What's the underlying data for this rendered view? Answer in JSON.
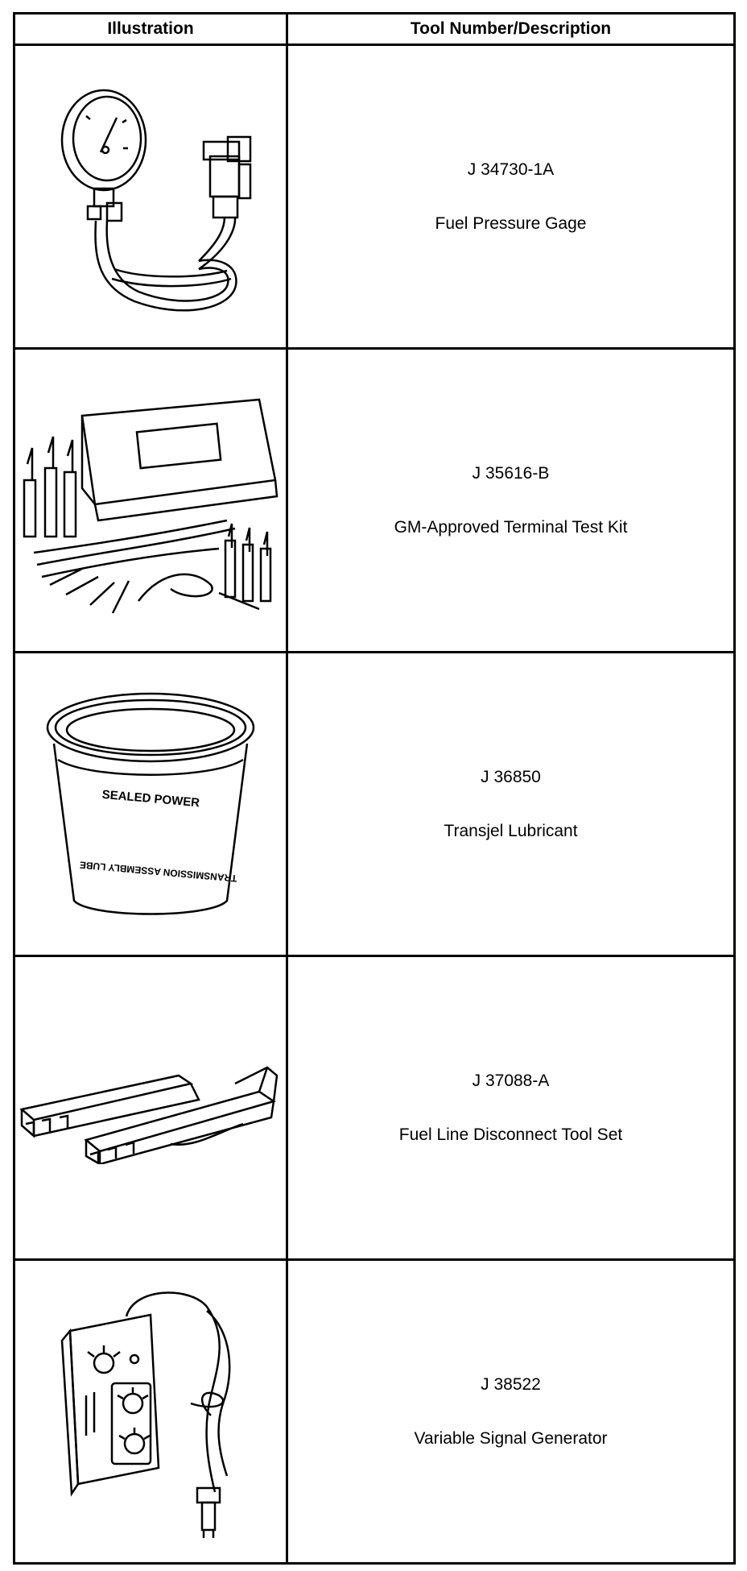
{
  "table": {
    "header_illustration": "Illustration",
    "header_description": "Tool Number/Description"
  },
  "tools": [
    {
      "number": "J 34730-1A",
      "description": "Fuel Pressure Gage",
      "illustration": "fuel-pressure-gage"
    },
    {
      "number": "J 35616-B",
      "description": "GM-Approved Terminal Test Kit",
      "illustration": "terminal-test-kit"
    },
    {
      "number": "J 36850",
      "description": "Transjel Lubricant",
      "illustration": "lubricant-tub",
      "illustration_text": [
        "SEALED POWER",
        "TRANSMISSION ASSEMBLY LUBE"
      ]
    },
    {
      "number": "J 37088-A",
      "description": "Fuel Line Disconnect Tool Set",
      "illustration": "disconnect-tools"
    },
    {
      "number": "J 38522",
      "description": "Variable Signal Generator",
      "illustration": "signal-generator"
    }
  ]
}
